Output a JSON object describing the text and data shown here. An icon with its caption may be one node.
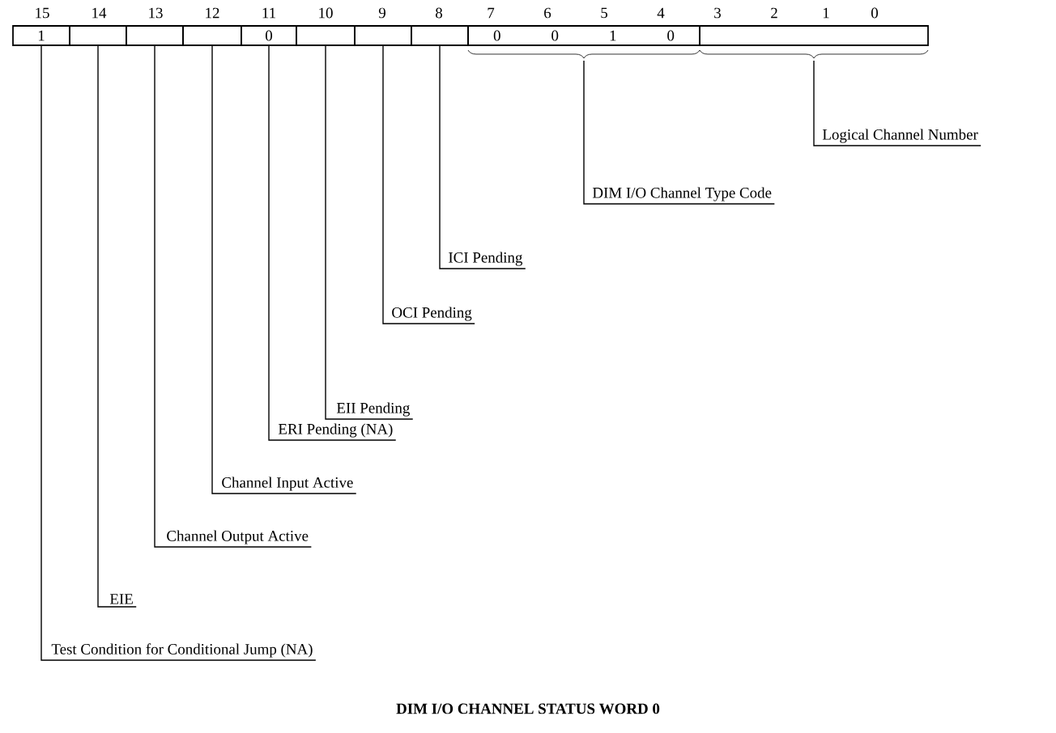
{
  "diagram": {
    "caption": "DIM I/O CHANNEL STATUS WORD 0",
    "nodes": [
      {
        "text": [
          "1"
        ]
      },
      {
        "text": [],
        "shape": "box"
      },
      {
        "text": [],
        "shape": "box"
      },
      {
        "text": [],
        "shape": "box"
      },
      {
        "text": [
          "0"
        ]
      },
      {
        "text": [],
        "shape": "box"
      },
      {
        "text": [],
        "shape": "box"
      },
      {
        "text": [],
        "shape": "box"
      },
      {
        "text": [
          "0",
          "0",
          "1",
          "0"
        ]
      },
      {
        "text": [],
        "shape": "box"
      },
      {
        "text": [
          "Logical Channel Number"
        ]
      },
      {
        "text": [
          "DIM I/O Channel Type Code"
        ]
      },
      {
        "text": [
          "ICI Pending"
        ]
      },
      {
        "text": [
          "OCI Pending"
        ]
      },
      {
        "text": [
          "EII Pending"
        ]
      },
      {
        "text": [
          "ERI Pending (NA)"
        ]
      },
      {
        "text": [
          "Channel Input Active"
        ]
      },
      {
        "text": [
          "Channel Output Active"
        ]
      },
      {
        "text": [
          "EIE"
        ]
      },
      {
        "text": [
          "Test Condition for Conditional Jump (NA)"
        ]
      }
    ],
    "edges": [
      {
        "from": 10,
        "to": 9,
        "arrow": "none"
      },
      {
        "from": 11,
        "to": 8,
        "arrow": "none"
      },
      {
        "from": 12,
        "to": 7,
        "arrow": "none"
      },
      {
        "from": 13,
        "to": 6,
        "arrow": "none"
      },
      {
        "from": 14,
        "to": 5,
        "arrow": "none"
      },
      {
        "from": 15,
        "to": 4,
        "arrow": "none"
      },
      {
        "from": 16,
        "to": 3,
        "arrow": "none"
      },
      {
        "from": 17,
        "to": 2,
        "arrow": "none"
      },
      {
        "from": 18,
        "to": 1,
        "arrow": "none"
      },
      {
        "from": 19,
        "to": 0,
        "arrow": "none"
      }
    ],
    "labels": [
      "15",
      "14",
      "13",
      "12",
      "11",
      "10",
      "9",
      "8",
      "7",
      "6",
      "5",
      "4",
      "3",
      "2",
      "1",
      "0"
    ]
  }
}
